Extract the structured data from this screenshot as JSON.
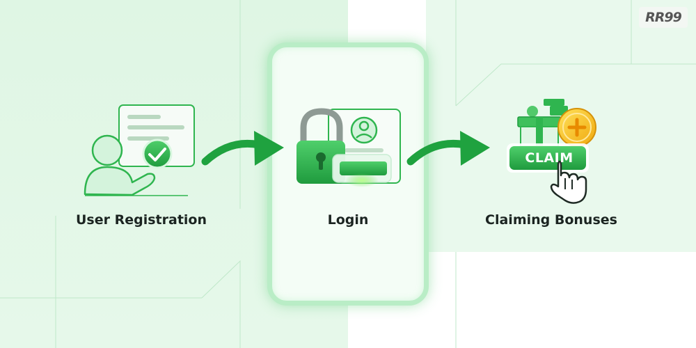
{
  "logo": {
    "text": "RR99"
  },
  "steps": [
    {
      "label": "User Registration"
    },
    {
      "label": "Login"
    },
    {
      "label": "Claiming Bonuses"
    }
  ],
  "claim_button": {
    "label": "CLAIM"
  },
  "colors": {
    "accent_green": "#2fb54f",
    "dark_green": "#1e9a3e",
    "light_green_bg": "#dff6e4",
    "coin_gold": "#f5c518"
  },
  "icons": [
    "user-icon",
    "checkmark-icon",
    "form-icon",
    "padlock-icon",
    "profile-card-icon",
    "arrow-right-icon",
    "gift-box-icon",
    "coin-plus-icon",
    "hand-pointer-icon"
  ]
}
